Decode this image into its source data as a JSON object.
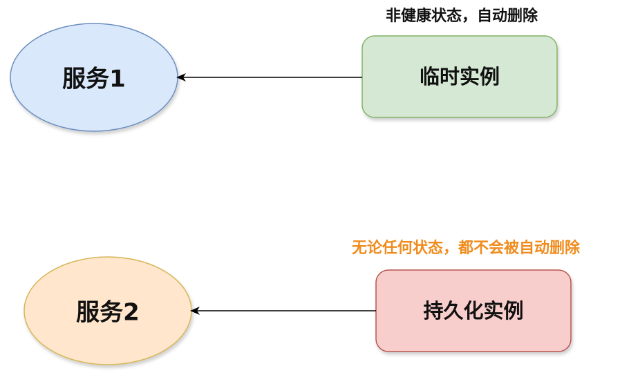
{
  "nodes": {
    "service1": {
      "label": "服务1",
      "fill": "#dae8fc",
      "stroke": "#6c8ebf"
    },
    "service2": {
      "label": "服务2",
      "fill": "#ffe6cc",
      "stroke": "#d6b656"
    },
    "temp_instance": {
      "label": "临时实例",
      "fill": "#d5e8d4",
      "stroke": "#82b366"
    },
    "persistent_instance": {
      "label": "持久化实例",
      "fill": "#f8cecc",
      "stroke": "#b85450"
    }
  },
  "notes": {
    "temp_note": {
      "text": "非健康状态，自动删除",
      "color": "#111111"
    },
    "persistent_note": {
      "text": "无论任何状态，都不会被自动删除",
      "color": "#f08c1e"
    }
  },
  "edges": {
    "edge1": {
      "from": "temp_instance",
      "to": "service1"
    },
    "edge2": {
      "from": "persistent_instance",
      "to": "service2"
    }
  }
}
